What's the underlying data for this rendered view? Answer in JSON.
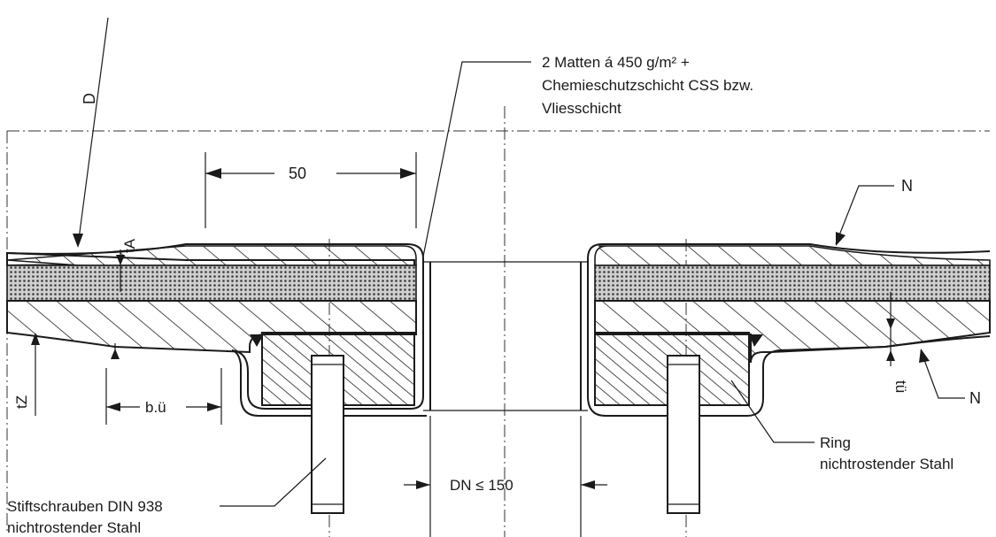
{
  "labels": {
    "matten_line1": "2 Matten á 450 g/m² +",
    "matten_line2": "Chemieschutzschicht CSS bzw.",
    "matten_line3": "Vliesschicht",
    "d": "D",
    "dim_50": "50",
    "n_top": "N",
    "n_right": "N",
    "ta": "tA",
    "tz": "tZ",
    "bu": "b.ü",
    "tu": "tü",
    "ring_line1": "Ring",
    "ring_line2": "nichtrostender Stahl",
    "dn": "DN ≤ 150",
    "studs_line1": "Stiftschrauben DIN 938",
    "studs_line2": "nichtrostender Stahl"
  }
}
